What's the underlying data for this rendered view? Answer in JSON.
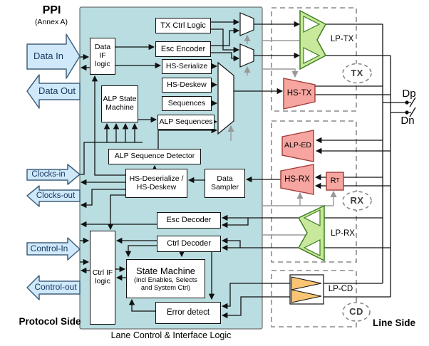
{
  "diagram": {
    "ppi_title": "PPI",
    "ppi_subtitle": "(Annex A)",
    "protocol_side": "Protocol Side",
    "line_side": "Line Side",
    "caption": "Lane Control & Interface Logic",
    "arrows": {
      "data_in": "Data In",
      "data_out": "Data Out",
      "clocks_in": "Clocks-in",
      "clocks_out": "Clocks-out",
      "control_in": "Control-In",
      "control_out": "Control-out"
    },
    "blocks": {
      "tx_ctrl_logic": "TX Ctrl Logic",
      "esc_encoder": "Esc Encoder",
      "hs_serialize": "HS-Serialize",
      "hs_deskew": "HS-Deskew",
      "sequences": "Sequences",
      "alp_sequences": "ALP Sequences",
      "data_if_logic": "Data IF logic",
      "alp_state_machine": "ALP State Machine",
      "alp_sequence_detector": "ALP Sequence Detector",
      "hs_deserialize": "HS-Deserialize / HS-Deskew",
      "data_sampler": "Data Sampler",
      "esc_decoder": "Esc Decoder",
      "ctrl_decoder": "Ctrl Decoder",
      "state_machine_title": "State Machine",
      "state_machine_sub1": "(incl Enables, Selects",
      "state_machine_sub2": "and System Ctrl)",
      "error_detect": "Error detect",
      "ctrl_if_logic": "Ctrl IF logic"
    },
    "analog": {
      "lp_tx": "LP-TX",
      "hs_tx": "HS-TX",
      "alp_ed": "ALP-ED",
      "hs_rx": "HS-RX",
      "rt_main": "R",
      "rt_sub": "T",
      "lp_rx": "LP-RX",
      "lp_cd": "LP-CD"
    },
    "groups": {
      "tx": "TX",
      "rx": "RX",
      "cd": "CD"
    },
    "pins": {
      "dp": "Dp",
      "dn": "Dn"
    },
    "colors": {
      "logic_bg": "#b9dde0",
      "ppi_arrow_fill": "#cfe9fb",
      "hs_analog_pink": "#f6a5a0",
      "lp_analog_green": "#c8e89b",
      "lp_cd_orange": "#f9c573"
    }
  }
}
